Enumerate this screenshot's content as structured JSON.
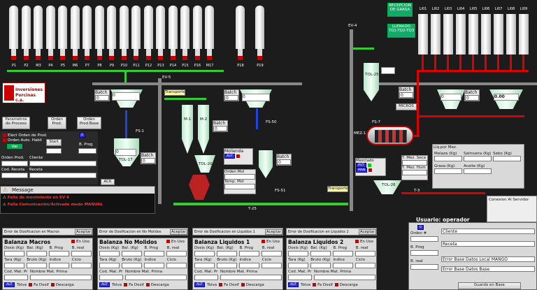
{
  "macro_silos": [
    "P1",
    "P2",
    "M3",
    "P4",
    "P5",
    "M6",
    "P7",
    "P8",
    "P9",
    "P10",
    "P11",
    "P12",
    "P13",
    "P14",
    "P15",
    "P16",
    "M17"
  ],
  "extra_silos": [
    "P18",
    "P19"
  ],
  "liquid_tanks": [
    "LI01",
    "LI02",
    "LI03",
    "LI04",
    "LI05",
    "LI06",
    "LI07",
    "LI08",
    "LI09"
  ],
  "reception": {
    "label_line1": "RECEPCION",
    "label_line2": "DE GRASA",
    "fill_line1": "LLENADO",
    "fill_line2": "TQ1-TQ2-TQ3"
  },
  "logo": {
    "line1": "Inversiones",
    "line2": "Porcinas c.a."
  },
  "equipment": {
    "ev5": "EV-5",
    "ev4": "EV-4",
    "transporte1": "Transporte",
    "transporte2": "Transporte",
    "fs1": "FS-1",
    "fs50": "FS-50",
    "fs51": "FS-51",
    "fs7": "FS-7",
    "t25": "T-25",
    "t3": "T-3",
    "tol17": "TOL-17",
    "tol20": "TOL-20",
    "tol25": "TOL-25",
    "tol26": "TOL-26",
    "m1": "M-1",
    "m2": "M-2",
    "mez1": "MEZ-1",
    "micros": "MICROS",
    "molienda": "Molienda",
    "batch": "Batch",
    "zero": "0",
    "zero2": "0.00"
  },
  "left_menu": {
    "param_line1": "Parametros",
    "param_line2": "de Proceso",
    "orden_line1": "Orden",
    "orden_line2": "Prod.",
    "orden_base_line1": "Orden",
    "orden_base_line2": "Prod.Base"
  },
  "control": {
    "start": "Start",
    "var": "Var",
    "b_prog": "B. Prog",
    "orden_prod": "Orden Prod.",
    "cliente": "Cliente",
    "cod_receta": "Cod. Receta",
    "receta": "Receta",
    "ack": "ACK",
    "elect_orden": "Elect Orden de Prod.",
    "orden_auto": "Orden Auto. Habil"
  },
  "message": {
    "title": "Message",
    "line1": "Falla de movimiento en EV 4",
    "line2": "Falla Comunicación/Activado modo MANUAL"
  },
  "liq_mez": {
    "title": "Liq.por Mez.",
    "melaza": "Melaza (Kg)",
    "salmuera": "Salmuera (Kg)",
    "sebo": "Sebo (Kg)",
    "grasa": "Grasa (Kg)",
    "aceite": "Aceite (Kg)",
    "mezclado": "Mezclado",
    "tmez_seca": "T. Mez. Seca",
    "tmez_hum": "T. Mez. Hum"
  },
  "molienda_panel": {
    "orden_mol": "Orden Mol",
    "temp_mol": "Temp. Mol"
  },
  "conexion": {
    "title": "Conexion Al Servidor"
  },
  "usuario": {
    "title": "Usuario: operador",
    "orden": "Orden #",
    "cliente": "Cliente",
    "receta": "Receta",
    "b_prog": "B. Prog",
    "b_real": "B. real",
    "err1": "Error Base Datos Local MANGO",
    "err2": "Error Base Datos Base",
    "guardar": "Guardo en Base"
  },
  "tabs": [
    {
      "label": "Error de Dosificacion en Macros",
      "ack": "Aceptar"
    },
    {
      "label": "Error de Dosificacion en No Molidos",
      "ack": "Aceptar"
    },
    {
      "label": "Error de Dosificacion en Liquidos 1",
      "ack": "Aceptar"
    },
    {
      "label": "Error de Dosificacion en Liquidos 2",
      "ack": "Aceptar"
    }
  ],
  "balanzas": [
    {
      "title": "Balanza Macros"
    },
    {
      "title": "Balanza No Molidos"
    },
    {
      "title": "Balanza Liquidos 1"
    },
    {
      "title": "Balanza Liquidos 2"
    }
  ],
  "balanza_fields": {
    "en_uso": "En Uso",
    "dosis": "Dosis (Kg)",
    "bal": "Bal. (Kg)",
    "b_prog": "B. Prog",
    "b_real": "B. real",
    "tara": "Tara (Kg)",
    "bruto": "Bruto (Kg)",
    "indice": "Indice",
    "ciclo": "Ciclo",
    "cod_mat": "Cod. Mat. Prima",
    "nombre": "Nombre Mat. Prima",
    "tolva": "Tolva",
    "fa_dos": "Fa Dosif",
    "desc": "Descarga",
    "aut": "AUT",
    "man": "MAN"
  }
}
